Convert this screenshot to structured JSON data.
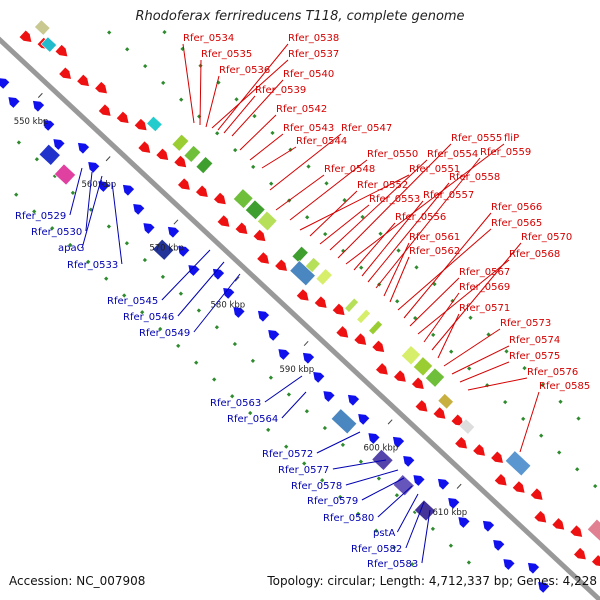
{
  "title": "Rhodoferax ferrireducens T118, complete genome",
  "footer": {
    "accession": "Accession: NC_007908",
    "summary": "Topology: circular; Length: 4,712,337 bp; Genes: 4,228"
  },
  "ticks": [
    "550 kbp",
    "560 kbp",
    "570 kbp",
    "580 kbp",
    "590 kbp",
    "600 kbp",
    "610 kbp"
  ],
  "forward_genes": [
    "Rfer_0534",
    "Rfer_0535",
    "Rfer_0536",
    "Rfer_0537",
    "Rfer_0538",
    "Rfer_0539",
    "Rfer_0540",
    "Rfer_0542",
    "Rfer_0543",
    "Rfer_0544",
    "Rfer_0547",
    "Rfer_0548",
    "Rfer_0550",
    "Rfer_0551",
    "Rfer_0552",
    "Rfer_0553",
    "Rfer_0554",
    "Rfer_0555",
    "fliP",
    "Rfer_0556",
    "Rfer_0557",
    "Rfer_0558",
    "Rfer_0559",
    "Rfer_0561",
    "Rfer_0562",
    "Rfer_0565",
    "Rfer_0566",
    "Rfer_0567",
    "Rfer_0568",
    "Rfer_0569",
    "Rfer_0570",
    "Rfer_0571",
    "Rfer_0573",
    "Rfer_0574",
    "Rfer_0575",
    "Rfer_0576",
    "Rfer_0585"
  ],
  "reverse_genes": [
    "Rfer_0529",
    "Rfer_0530",
    "apaG",
    "Rfer_0533",
    "Rfer_0545",
    "Rfer_0546",
    "Rfer_0549",
    "Rfer_0563",
    "Rfer_0564",
    "Rfer_0572",
    "Rfer_0577",
    "Rfer_0578",
    "Rfer_0579",
    "Rfer_0580",
    "pstA",
    "Rfer_0582",
    "Rfer_0583"
  ],
  "colors": {
    "forward_label": "#d40000",
    "reverse_label": "#0000b0",
    "forward_arrow": "#ee1111",
    "reverse_arrow": "#1111ee",
    "backbone": "#999999",
    "gc_dot": "#2e8b2e"
  }
}
